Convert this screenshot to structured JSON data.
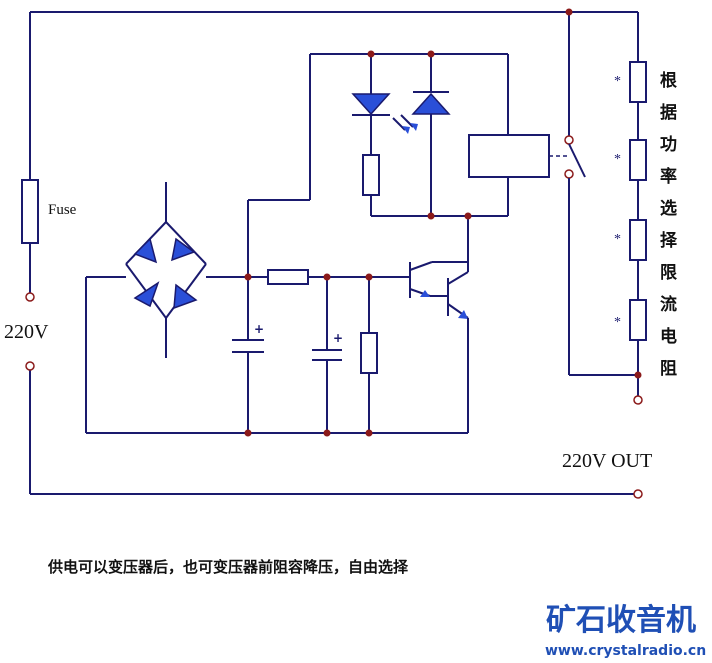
{
  "labels": {
    "fuse": "Fuse",
    "input_voltage": "220V",
    "output_voltage": "220V OUT",
    "resistor_note_chars": [
      "根",
      "据",
      "功",
      "率",
      "选",
      "择",
      "限",
      "流",
      "电",
      "阻"
    ],
    "resistor_mark": "*",
    "cap_plus": "+",
    "supply_note": "供电可以变压器后，也可变压器前阻容降压，自由选择"
  },
  "watermark": {
    "name": "矿石收音机",
    "url": "www.crystalradio.cn"
  },
  "colors": {
    "wire": "#1a1a6e",
    "component_fill": "#2a4fd8",
    "node": "#8b1a1a",
    "watermark": "#1f4fb5"
  }
}
